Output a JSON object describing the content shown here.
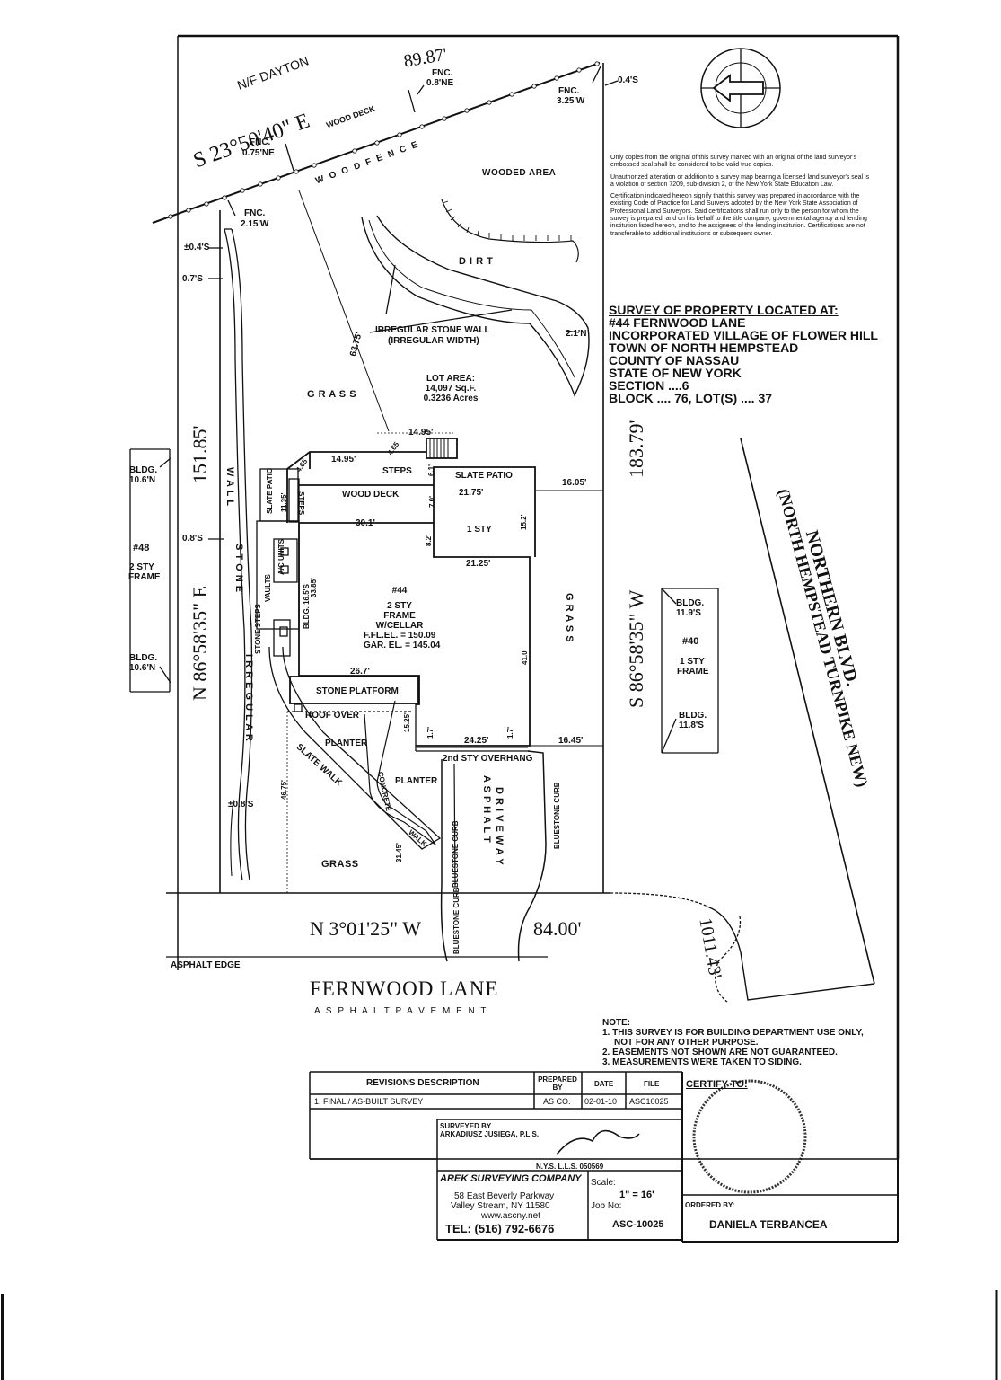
{
  "header": {
    "neighbor_north": "N/F DAYTON",
    "bearing_top": "S 23°50'40\" E",
    "distance_top": "89.87'",
    "wood_deck_strip": "WOOD DECK",
    "wood_fence": "W O O D   F E N C E"
  },
  "fence_offsets": {
    "fnc_a": "FNC.",
    "fnc_a_val": "0.8'NE",
    "fnc_b": "FNC.",
    "fnc_b_val": "3.25'W",
    "fnc_c": "FNC.",
    "fnc_c_val": "0.75'NE",
    "fnc_d": "FNC.",
    "fnc_d_val": "2.15'W",
    "ne_corner": "0.4'S"
  },
  "notice": {
    "p1": "Only copies from the original of this survey marked with an original of the land surveyor's embossed seal shall be considered to be valid true copies.",
    "p2": "Unauthorized alteration or addition to a survey map bearing a licensed land surveyor's seal is a violation of section 7209, sub-division 2, of the New York State Education Law.",
    "p3": "Certification indicated hereon signify that this survey was prepared in accordance with the existing Code of Practice for Land Surveys adopted by the New York State Association of Professional Land Surveyors. Said certifications shall run only to the person for whom the survey is prepared, and on his behalf to the title company, governmental agency and lending institution listed hereon, and to the assignees of the lending institution. Certifications are not transferable to additional institutions or subsequent owner."
  },
  "survey_title": {
    "heading": "SURVEY OF PROPERTY LOCATED AT:",
    "line1": "#44 FERNWOOD LANE",
    "line2": "INCORPORATED VILLAGE OF FLOWER HILL",
    "line3": "TOWN OF NORTH HEMPSTEAD",
    "line4": "COUNTY OF NASSAU",
    "line5": "STATE OF NEW YORK",
    "line6": "SECTION ....6",
    "line7": "BLOCK .... 76, LOT(S) .... 37"
  },
  "areas": {
    "wooded": "WOODED AREA",
    "dirt": "D I R T",
    "stone_wall_top": "IRREGULAR STONE WALL",
    "stone_wall_width": "(IRREGULAR WIDTH)",
    "grass_left": "G R A S S",
    "grass_right": "G R A S S",
    "grass_bottom": "GRASS",
    "lot_area_1": "LOT AREA:",
    "lot_area_2": "14,097 Sq.F.",
    "lot_area_3": "0.3236 Acres",
    "offset_2_1": "2.1'N",
    "diag_dim": "63.75'"
  },
  "house": {
    "num": "#44",
    "l1": "2 STY",
    "l2": "FRAME",
    "l3": "W/CELLAR",
    "ffl": "F.FL.EL. = 150.09",
    "gar": "GAR. EL. = 145.04",
    "one_sty": "1 STY",
    "wood_deck": "WOOD DECK",
    "slate_patio": "SLATE PATIO",
    "slate_patio_side": "SLATE PATIO",
    "steps_top": "STEPS",
    "steps_side": "STEPS",
    "stone_steps": "STONE STEPS",
    "vaults": "VAULTS",
    "ac_units": "A/C UNITS",
    "bldg_side": "BLDG. 16.5'S",
    "stone_platform": "STONE PLATFORM",
    "roof_over": "ROOF OVER",
    "overhang": "2nd STY OVERHANG",
    "planter1": "PLANTER",
    "planter2": "PLANTER"
  },
  "dims": {
    "d1495a": "14.95'",
    "d1495b": "14.95'",
    "d465a": "4.65",
    "d465b": "4.65",
    "d61": "6.1'",
    "d2175": "21.75'",
    "d1605": "16.05'",
    "d70": "7.0'",
    "d152": "15.2'",
    "d301": "30.1'",
    "d82": "8.2'",
    "d2125": "21.25'",
    "d1135": "11.35'",
    "d3385": "33.85'",
    "d410": "41.0'",
    "d267": "26.7'",
    "d1525": "15.25'",
    "d17a": "1.7'",
    "d17b": "1.7'",
    "d2425": "24.25'",
    "d1645": "16.45'",
    "d4675": "46.75'",
    "d3145": "31.45'"
  },
  "left_side": {
    "offset_04": "±0.4'S",
    "offset_07": "0.7'S",
    "offset_08": "0.8'S",
    "offset_08b": "±0.8'S",
    "bearing": "N 86°58'35\" E",
    "distance": "151.85'",
    "wall": "W A L L",
    "stone": "S T O N E",
    "irregular": "I R R E G U L A R",
    "bldg_top": "BLDG.",
    "bldg_top_val": "10.6'N",
    "bldg_bot": "BLDG.",
    "bldg_bot_val": "10.6'N",
    "neighbor_num": "#48",
    "neighbor_l1": "2 STY",
    "neighbor_l2": "FRAME"
  },
  "right_side": {
    "bearing": "S 86°58'35\" W",
    "distance": "183.79'",
    "bldg_top": "BLDG.",
    "bldg_top_val": "11.9'S",
    "bldg_bot": "BLDG.",
    "bldg_bot_val": "11.8'S",
    "neighbor_num": "#40",
    "neighbor_l1": "1 STY",
    "neighbor_l2": "FRAME",
    "road1": "NORTHERN BLVD.",
    "road2": "(NORTH HEMPSTEAD TURNPIKE NEW)",
    "curve_dist": "1011.43'"
  },
  "driveway": {
    "asphalt": "A S P H A L T",
    "driveway": "D R I V E W A Y",
    "curb_left": "BLUESTONE CURB",
    "curb_right": "BLUESTONE CURB",
    "curb_bottom": "BLUESTONE CURB",
    "slate_walk": "SLATE WALK",
    "concrete_walk": "CONCRETE",
    "walk": "WALK"
  },
  "street": {
    "bearing": "N 3°01'25\" W",
    "distance": "84.00'",
    "asphalt_edge": "ASPHALT EDGE",
    "name": "FERNWOOD LANE",
    "pavement": "A S P H A L T   P A V E M E N T"
  },
  "notes": {
    "title": "NOTE:",
    "n1": "1. THIS SURVEY IS FOR BUILDING DEPARTMENT USE ONLY,",
    "n1b": "NOT FOR ANY OTHER PURPOSE.",
    "n2": "2. EASEMENTS NOT SHOWN ARE NOT GUARANTEED.",
    "n3": "3. MEASUREMENTS WERE TAKEN TO SIDING."
  },
  "title_block": {
    "col_revisions": "REVISIONS DESCRIPTION",
    "col_prepared": "PREPARED BY",
    "col_date": "DATE",
    "col_file": "FILE",
    "row1_desc": "1. FINAL / AS-BUILT SURVEY",
    "row1_by": "AS CO.",
    "row1_date": "02-01-10",
    "row1_file": "ASC10025",
    "certify": "CERTIFY TO:",
    "surveyed_by": "SURVEYED BY",
    "surveyor": "ARKADIUSZ JUSIEGA, P.L.S.",
    "license": "N.Y.S. L.L.S. 050569",
    "company": "AREK SURVEYING COMPANY",
    "addr1": "58 East Beverly Parkway",
    "addr2": "Valley Stream, NY 11580",
    "web": "www.ascny.net",
    "tel": "TEL:  (516)  792-6676",
    "scale_label": "Scale:",
    "scale_val": "1\" = 16'",
    "job_label": "Job No:",
    "job_val": "ASC-10025",
    "ordered_by": "ORDERED BY:",
    "ordered_name": "DANIELA TERBANCEA"
  },
  "compass": {
    "icon": "north-arrow-icon"
  }
}
